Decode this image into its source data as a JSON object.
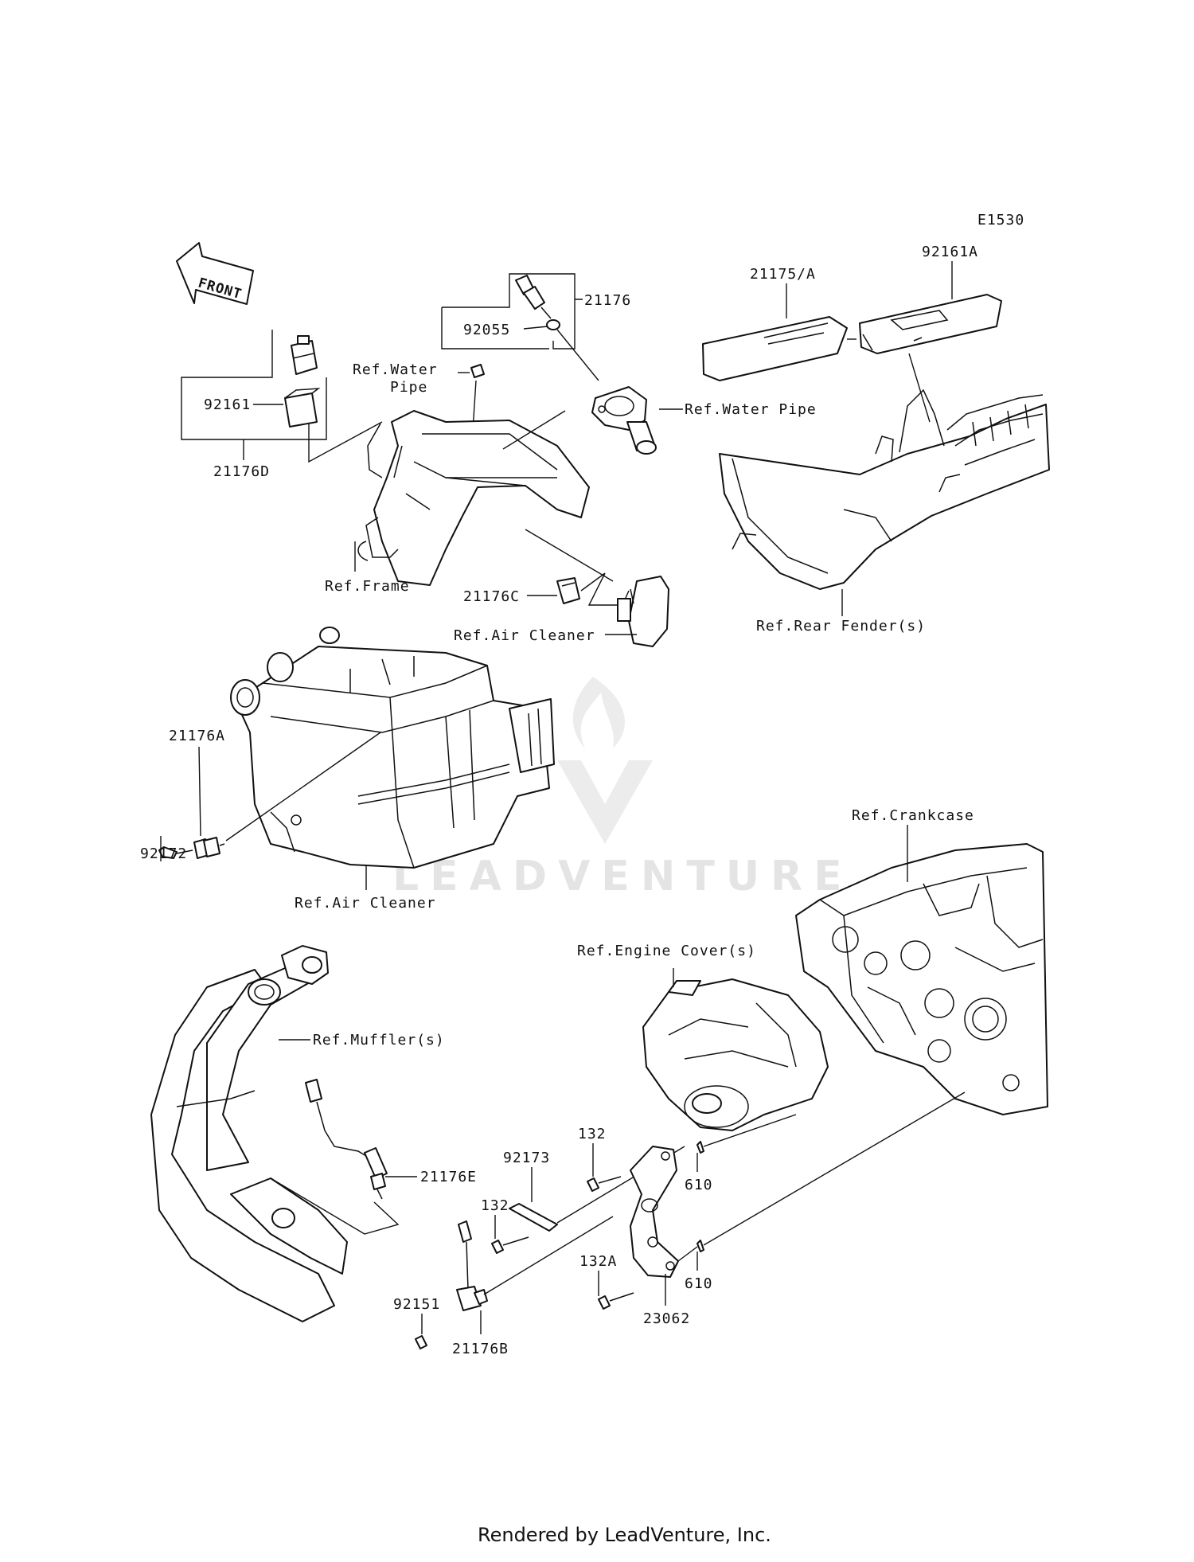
{
  "diagram_code": "E1530",
  "front_label": "FRONT",
  "watermark": "LEADVENTURE",
  "footer": "Rendered by LeadVenture, Inc.",
  "parts": {
    "p21176": "21176",
    "p92055": "92055",
    "p21175A": "21175/A",
    "p92161A": "92161A",
    "p92161": "92161",
    "p21176D": "21176D",
    "p21176C": "21176C",
    "p21176A": "21176A",
    "p92172": "92172",
    "p21176E": "21176E",
    "p92173": "92173",
    "p132a": "132",
    "p132b": "132",
    "p610a": "610",
    "p610b": "610",
    "p132A": "132A",
    "p23062": "23062",
    "p92151": "92151",
    "p21176B": "21176B"
  },
  "refs": {
    "water_pipe_1a": "Ref.Water",
    "water_pipe_1b": "Pipe",
    "water_pipe_2": "Ref.Water Pipe",
    "frame": "Ref.Frame",
    "air_cleaner_1": "Ref.Air Cleaner",
    "rear_fender": "Ref.Rear Fender(s)",
    "air_cleaner_2": "Ref.Air Cleaner",
    "crankcase": "Ref.Crankcase",
    "engine_cover": "Ref.Engine Cover(s)",
    "muffler": "Ref.Muffler(s)"
  }
}
